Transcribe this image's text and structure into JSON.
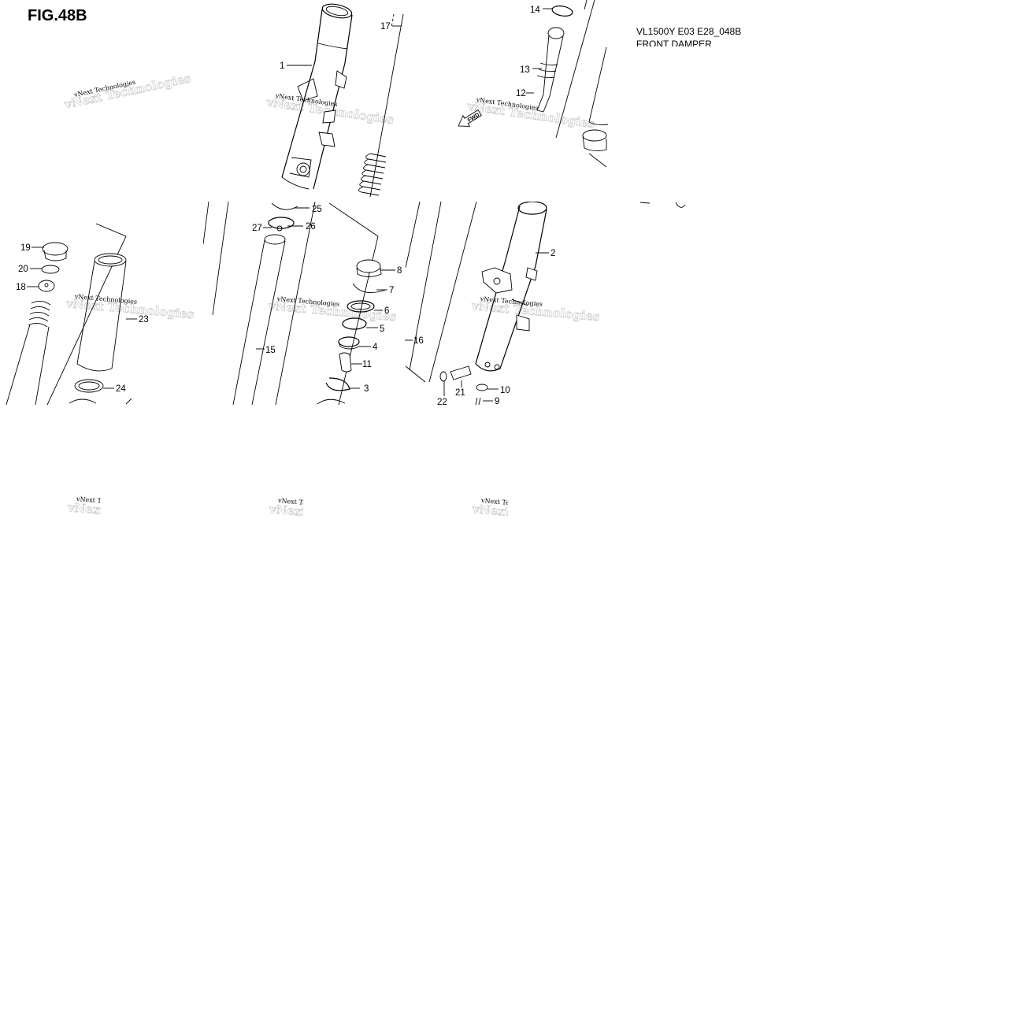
{
  "figure": {
    "title": "FIG.48B",
    "model_code": "VL1500Y E03 E28_048B",
    "name": "FRONT DAMPER"
  },
  "fwd_label": "FWD",
  "callouts": [
    "1",
    "2",
    "3",
    "4",
    "5",
    "6",
    "7",
    "8",
    "9",
    "10",
    "11",
    "12",
    "13",
    "14",
    "15",
    "16",
    "17",
    "18",
    "19",
    "20",
    "21",
    "22",
    "23",
    "24",
    "25",
    "26",
    "27"
  ],
  "watermark": {
    "line1": "vNext Technologies",
    "line2": "vNext Technologies"
  }
}
